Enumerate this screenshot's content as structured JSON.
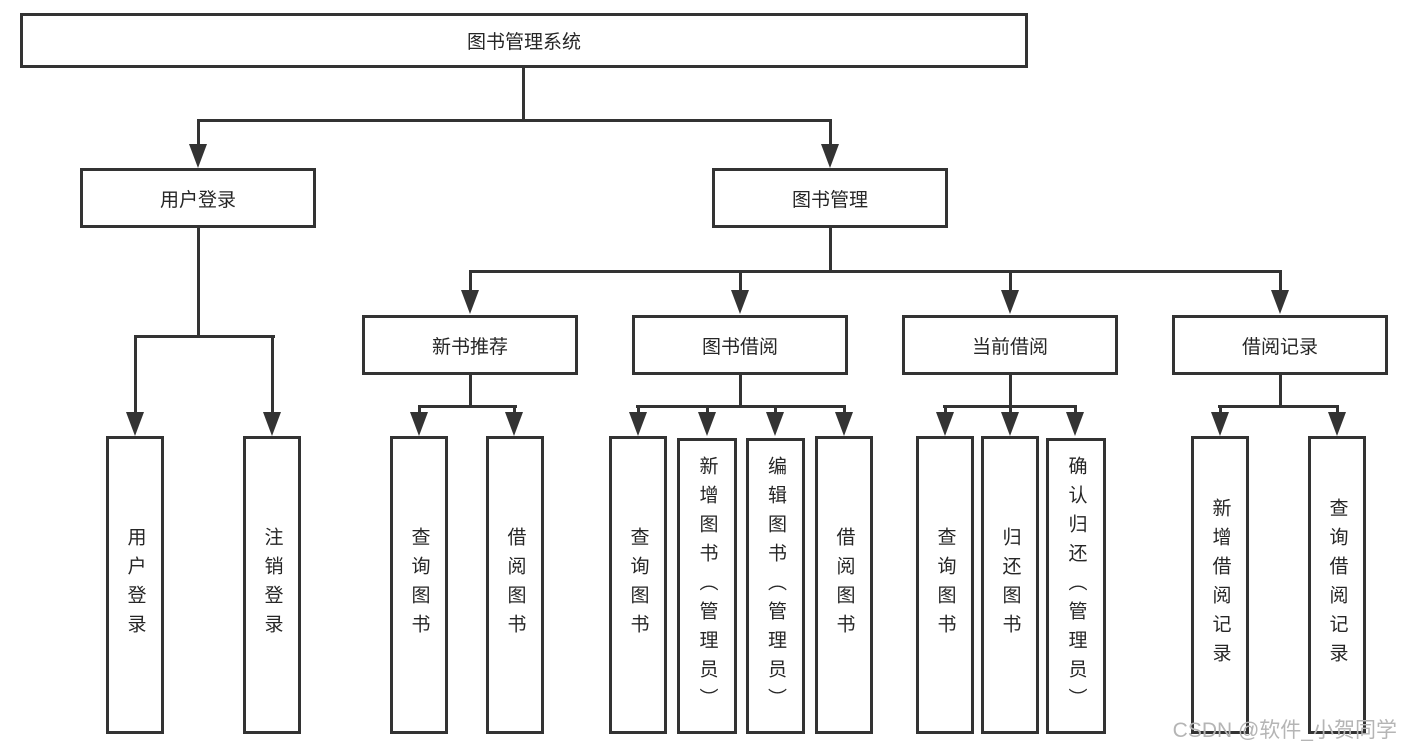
{
  "tree": {
    "root": {
      "label": "图书管理系统"
    },
    "user_login": {
      "label": "用户登录",
      "children": [
        {
          "label": "用户登录"
        },
        {
          "label": "注销登录"
        }
      ]
    },
    "book_management": {
      "label": "图书管理",
      "sections": [
        {
          "label": "新书推荐",
          "children": [
            {
              "label": "查询图书"
            },
            {
              "label": "借阅图书"
            }
          ]
        },
        {
          "label": "图书借阅",
          "children": [
            {
              "label": "查询图书"
            },
            {
              "label": "新增图书（管理员）"
            },
            {
              "label": "编辑图书（管理员）"
            },
            {
              "label": "借阅图书"
            }
          ]
        },
        {
          "label": "当前借阅",
          "children": [
            {
              "label": "查询图书"
            },
            {
              "label": "归还图书"
            },
            {
              "label": "确认归还（管理员）"
            }
          ]
        },
        {
          "label": "借阅记录",
          "children": [
            {
              "label": "新增借阅记录"
            },
            {
              "label": "查询借阅记录"
            }
          ]
        }
      ]
    }
  },
  "watermark": {
    "text": "CSDN @软件_小贺同学"
  },
  "colors": {
    "line": "#333333",
    "text": "#262626",
    "watermark": "#b5b5b5",
    "background": "#ffffff"
  }
}
